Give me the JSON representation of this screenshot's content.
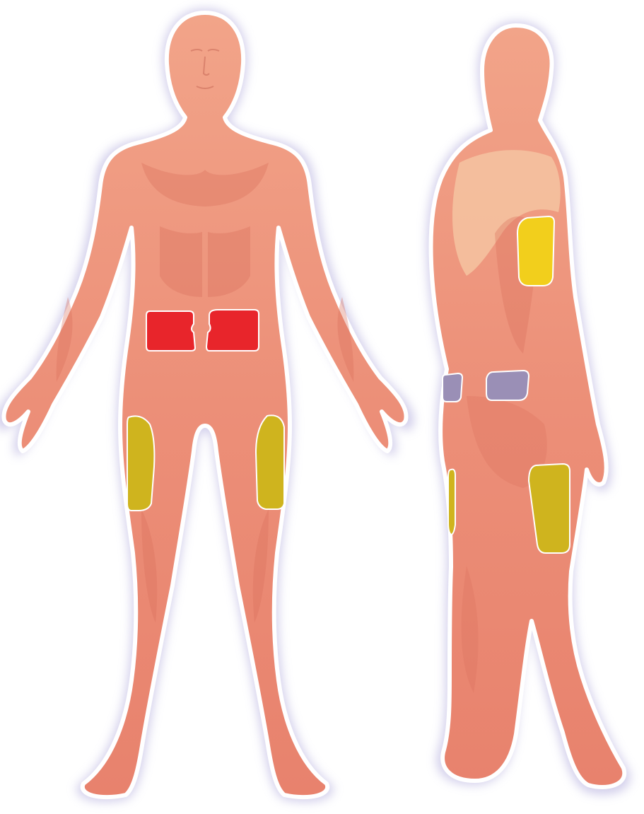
{
  "colors": {
    "background": "#ffffff",
    "skin": "#ee9078",
    "skin_shade": "#d9705c",
    "skin_highlight": "#f6b39a",
    "outline": "#ffffff",
    "halo": "#c7c3e6",
    "abdomen_zone": "#e8252b",
    "thigh_zone": "#cfb41e",
    "upper_arm_zone": "#f2cf1c",
    "buttock_zone": "#9a8fb6"
  },
  "figures": [
    {
      "view": "front"
    },
    {
      "view": "back"
    }
  ],
  "zones": [
    {
      "figure": "front",
      "region": "abdomen-left",
      "color_key": "abdomen_zone"
    },
    {
      "figure": "front",
      "region": "abdomen-right",
      "color_key": "abdomen_zone"
    },
    {
      "figure": "front",
      "region": "thigh-left",
      "color_key": "thigh_zone"
    },
    {
      "figure": "front",
      "region": "thigh-right",
      "color_key": "thigh_zone"
    },
    {
      "figure": "back",
      "region": "upper-arm",
      "color_key": "upper_arm_zone"
    },
    {
      "figure": "back",
      "region": "buttock-left",
      "color_key": "buttock_zone"
    },
    {
      "figure": "back",
      "region": "buttock-right",
      "color_key": "buttock_zone"
    },
    {
      "figure": "back",
      "region": "thigh-back",
      "color_key": "thigh_zone"
    },
    {
      "figure": "back",
      "region": "thigh-side",
      "color_key": "thigh_zone"
    }
  ]
}
